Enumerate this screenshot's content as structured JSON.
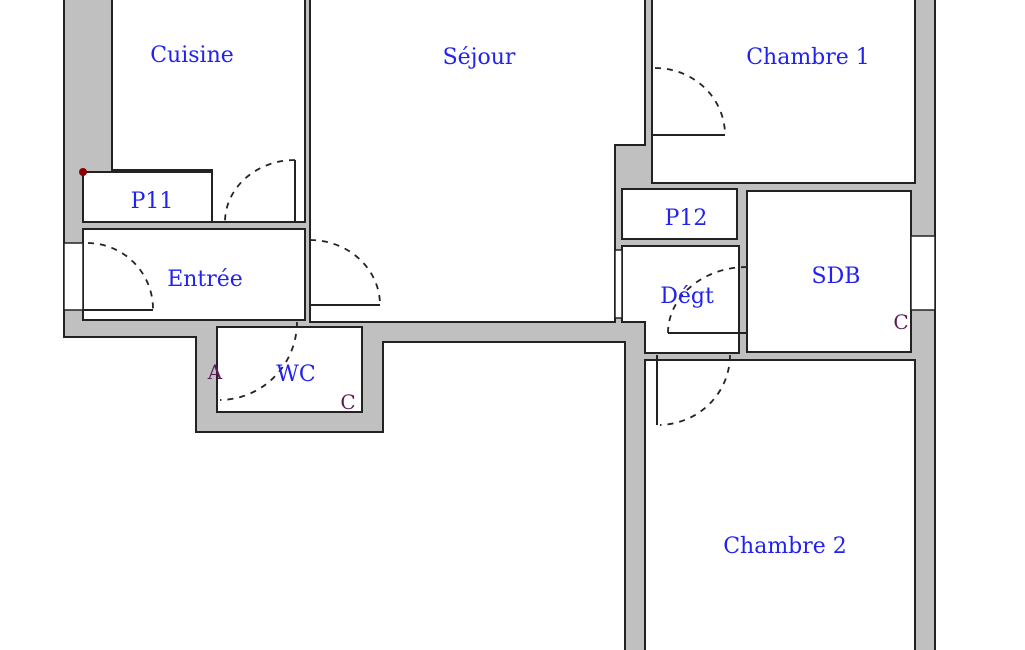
{
  "rooms": {
    "cuisine": "Cuisine",
    "sejour": "Séjour",
    "chambre1": "Chambre 1",
    "p11": "P11",
    "p12": "P12",
    "entree": "Entrée",
    "sdb": "SDB",
    "degt": "Dégt",
    "wc": "WC",
    "chambre2": "Chambre 2"
  },
  "markers": {
    "wc_a": "A",
    "wc_c": "C",
    "sdb_c": "C"
  },
  "colors": {
    "label": "#2222ee",
    "marker": "#5a1a5a",
    "wall": "#c0c0c0",
    "point": "#8b0000"
  }
}
